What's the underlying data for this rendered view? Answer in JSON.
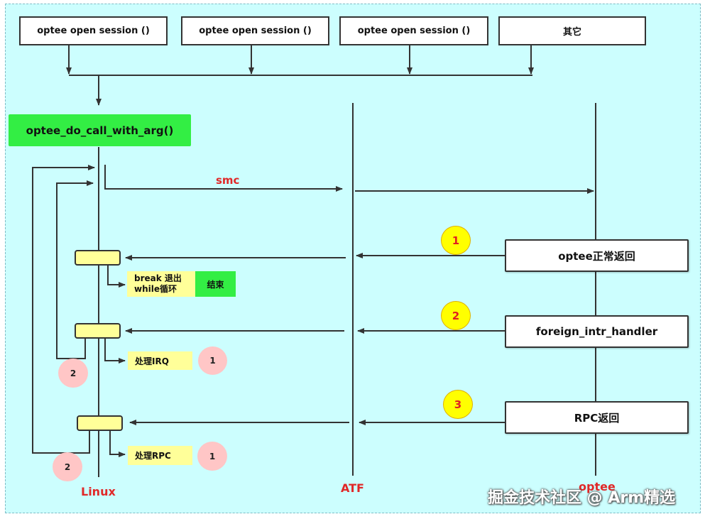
{
  "callers": [
    {
      "label": "optee  open  session  ()"
    },
    {
      "label": "optee  open  session  ()"
    },
    {
      "label": "optee  open  session  ()"
    },
    {
      "label": "其它"
    }
  ],
  "call_box": {
    "label": "optee_do_call_with_arg()"
  },
  "smc_label": "smc",
  "lifelines": {
    "linux": "Linux",
    "atf": "ATF",
    "optee": "optee"
  },
  "returns": [
    {
      "label": "optee正常返回",
      "badge": "1"
    },
    {
      "label": "foreign_intr_handler",
      "badge": "2"
    },
    {
      "label": "RPC返回",
      "badge": "3"
    }
  ],
  "notes": {
    "break_line1": "break 退出",
    "break_line2": "while循环",
    "end": "结束",
    "irq": "处理IRQ",
    "irq_badge": "1",
    "irq_loop_badge": "2",
    "rpc": "处理RPC",
    "rpc_badge": "1",
    "rpc_loop_badge": "2"
  },
  "watermark": "掘金技术社区 @ Arm精选",
  "colors": {
    "background": "#ccfefe",
    "call_box": "#33ee44",
    "yellow_box": "#ffff99",
    "badge_yellow": "#ffff00",
    "badge_pink": "#ffc6c6",
    "red_text": "#e02828"
  }
}
